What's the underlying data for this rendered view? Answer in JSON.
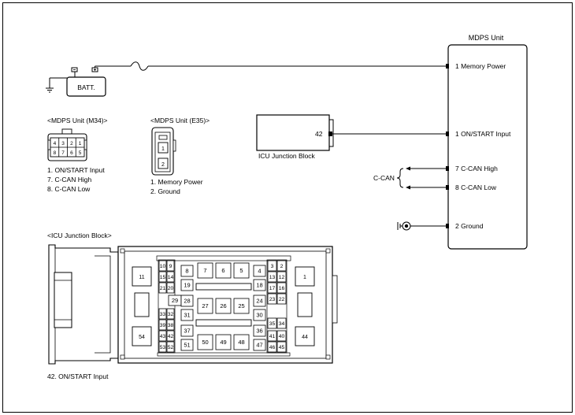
{
  "mdps_unit": {
    "title": "MDPS Unit",
    "pins": [
      {
        "label": "1 Memory Power"
      },
      {
        "label": "1 ON/START Input"
      },
      {
        "label": "7 C-CAN High"
      },
      {
        "label": "8 C-CAN Low"
      },
      {
        "label": "2 Ground"
      }
    ]
  },
  "battery": {
    "label": "BATT."
  },
  "icu_junction_block_box": {
    "pin": "42",
    "label": "ICU Junction Block"
  },
  "ccan": {
    "label": "C-CAN"
  },
  "connector_m34": {
    "title": "<MDPS Unit (M34)>",
    "cells": [
      "4",
      "3",
      "2",
      "1",
      "8",
      "7",
      "6",
      "5"
    ],
    "notes": [
      "1. ON/START Input",
      "7. C-CAN High",
      "8. C-CAN Low"
    ]
  },
  "connector_e35": {
    "title": "<MDPS Unit (E35)>",
    "cells": [
      "1",
      "2"
    ],
    "notes": [
      "1. Memory Power",
      "2. Ground"
    ]
  },
  "icu_connector": {
    "title": "<ICU Junction Block>",
    "note": "42. ON/START Input",
    "pins": [
      "10",
      "9",
      "15",
      "14",
      "21",
      "20",
      "29",
      "33",
      "32",
      "39",
      "38",
      "43",
      "42",
      "53",
      "52",
      "8",
      "19",
      "28",
      "31",
      "37",
      "51",
      "7",
      "6",
      "5",
      "27",
      "26",
      "25",
      "50",
      "49",
      "48",
      "4",
      "18",
      "24",
      "30",
      "36",
      "47",
      "3",
      "2",
      "13",
      "12",
      "17",
      "16",
      "23",
      "22",
      "35",
      "34",
      "41",
      "40",
      "46",
      "45",
      "11",
      "54",
      "1",
      "44"
    ]
  }
}
